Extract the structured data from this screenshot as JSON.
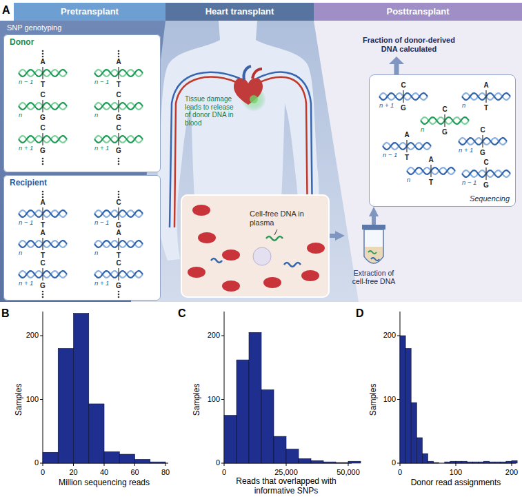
{
  "diagram": {
    "nodes": [
      {
        "text": [
          "Pretransplant"
        ]
      },
      {
        "text": [
          "Heart transplant"
        ]
      },
      {
        "text": [
          "Posttransplant"
        ]
      },
      {
        "text": [
          "Donor"
        ]
      },
      {
        "text": [
          "Recipient"
        ]
      },
      {
        "text": [
          "Cell-free DNA in plasma"
        ]
      },
      {
        "text": [
          "Extraction of cell-free DNA"
        ]
      },
      {
        "text": [
          "Sequencing"
        ]
      }
    ],
    "edges": [
      {
        "from": 5,
        "to": 6,
        "arrow": "to"
      },
      {
        "from": 6,
        "to": 7,
        "arrow": "to"
      }
    ],
    "labels": [
      "A",
      "SNP genotyping",
      "A",
      "n − 1",
      "T",
      "C",
      "n",
      "G",
      "C",
      "n + 1",
      "G",
      "A",
      "n − 1",
      "T",
      "C",
      "n",
      "G",
      "C",
      "n + 1",
      "G",
      "A",
      "n − 1",
      "T",
      "A",
      "n",
      "T",
      "C",
      "n + 1",
      "G",
      "C",
      "n − 1",
      "G",
      "A",
      "n",
      "T",
      "C",
      "n + 1",
      "G",
      "Tissue damage leads to release of donor DNA in blood",
      "Fraction of donor-derived DNA calculated",
      "C",
      "n + 1",
      "G",
      "A",
      "n",
      "T",
      "C",
      "n",
      "G",
      "A",
      "n − 1",
      "T",
      "C",
      "n + 1",
      "G",
      "A",
      "n",
      "T",
      "C",
      "n − 1",
      "G",
      "B",
      "Samples",
      "0",
      "100",
      "200",
      "0",
      "20",
      "40",
      "60",
      "80",
      "Million sequencing reads",
      "C",
      "Samples",
      "0",
      "100",
      "200",
      "0",
      "25,000",
      "50,000",
      "Reads that overlapped with informative SNPs",
      "D",
      "Samples",
      "0",
      "100",
      "200",
      "0",
      "100",
      "200",
      "Donor read assignments"
    ]
  }
}
